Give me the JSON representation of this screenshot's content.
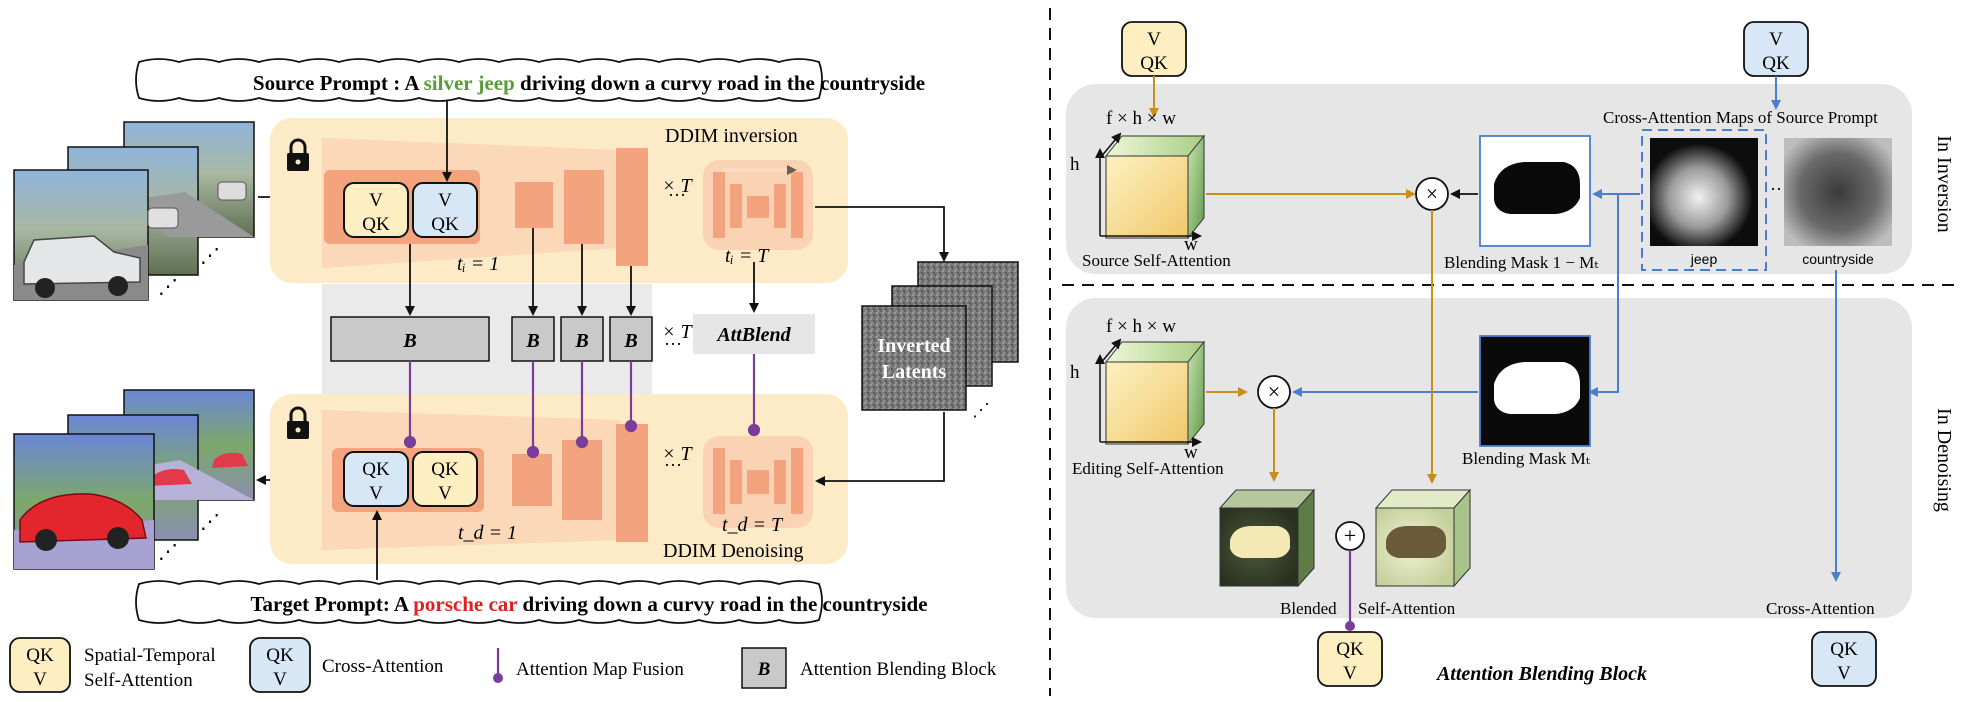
{
  "colors": {
    "yellow_panel": "#fdebc7",
    "salmon": "#f3a37d",
    "light_salmon": "#f8c9ac",
    "qk_yellow": "#fdefc2",
    "qk_blue": "#d8e7f6",
    "gray_block": "#c9c9c9",
    "gray_panel": "#e6e6e6",
    "green_text": "#5a9c3a",
    "red_text": "#e02020",
    "purple": "#7a3d9a",
    "gold": "#c8901a",
    "blue": "#4a7ed0"
  },
  "left": {
    "source_prompt_prefix": "Source Prompt : A ",
    "source_prompt_highlight": "silver jeep",
    "source_prompt_suffix": " driving down a curvy road in the countryside",
    "target_prompt_prefix": "Target Prompt: A ",
    "target_prompt_highlight": "porsche car",
    "target_prompt_suffix": " driving down a curvy road in the countryside",
    "ddim_inversion": "DDIM inversion",
    "ddim_denoising": "DDIM Denoising",
    "times_t": "× T",
    "dots": "…",
    "ti_1": "tᵢ = 1",
    "ti_T": "tᵢ = T",
    "td_1": "t_d = 1",
    "td_T": "t_d = T",
    "attblend": "AttBlend",
    "b_label": "B",
    "inverted_latents_1": "Inverted",
    "inverted_latents_2": "Latents",
    "v": "V",
    "qk": "QK"
  },
  "legend": {
    "spatial_temporal_1": "Spatial-Temporal",
    "spatial_temporal_2": "Self-Attention",
    "cross_attention": "Cross-Attention",
    "attention_map_fusion": "Attention Map Fusion",
    "attention_blending_block": "Attention Blending Block"
  },
  "right": {
    "fhw": "f × h × w",
    "h": "h",
    "w": "w",
    "source_self_attention": "Source Self-Attention",
    "editing_self_attention": "Editing Self-Attention",
    "blending_mask_inv": "Blending Mask 1 − Mₜ",
    "blending_mask": "Blending Mask Mₜ",
    "cross_attention_maps": "Cross-Attention Maps of Source Prompt",
    "jeep": "jeep",
    "countryside": "countryside",
    "in_inversion": "In Inversion",
    "in_denoising": "In Denoising",
    "blended": "Blended",
    "self_attention": "Self-Attention",
    "cross_attention": "Cross-Attention",
    "title": "Attention Blending Block",
    "times": "×",
    "plus": "+"
  }
}
